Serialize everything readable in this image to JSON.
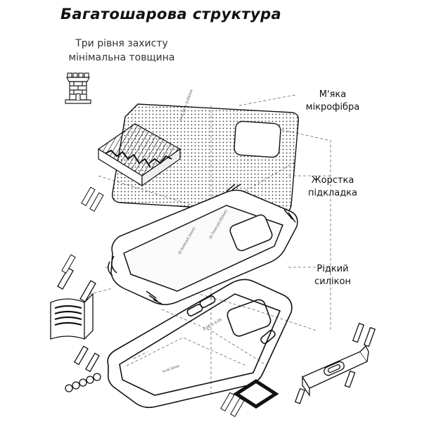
{
  "header": {
    "title": "Багатошарова структура",
    "subtitle_lines": [
      "Три рівня захисту",
      "мінімальна товщина"
    ]
  },
  "layers": [
    {
      "lines": [
        "М'яка",
        "мікрофібра"
      ]
    },
    {
      "lines": [
        "Жорстка",
        "підкладка"
      ]
    },
    {
      "lines": [
        "Рідкий",
        "силікон"
      ]
    }
  ],
  "icons": [
    "tower-icon",
    "microfiber-swatch",
    "bumper-detail",
    "button-detail",
    "side-button-detail",
    "camera-ring-detail"
  ],
  "colors": {
    "line": "#1a1a1a",
    "dash": "#555555",
    "dots": "#333333"
  }
}
